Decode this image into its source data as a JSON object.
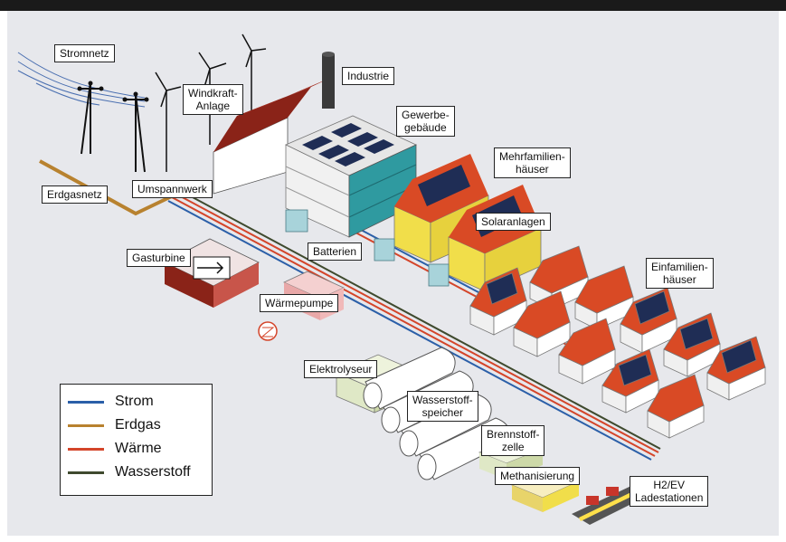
{
  "labels": {
    "stromnetz": "Stromnetz",
    "windkraft": "Windkraft-\nAnlage",
    "industrie": "Industrie",
    "gewerbe": "Gewerbe-\ngebäude",
    "mehrfamilien": "Mehrfamilien-\nhäuser",
    "erdgasnetz": "Erdgasnetz",
    "umspannwerk": "Umspannwerk",
    "solaranlagen": "Solaranlagen",
    "batterien": "Batterien",
    "gasturbine": "Gasturbine",
    "einfamilien": "Einfamilien-\nhäuser",
    "waermepumpe": "Wärmepumpe",
    "elektrolyseur": "Elektrolyseur",
    "wasserstoffspeicher": "Wasserstoff-\nspeicher",
    "brennstoffzelle": "Brennstoff-\nzelle",
    "methanisierung": "Methanisierung",
    "ladestationen": "H2/EV\nLadestationen"
  },
  "legend": [
    {
      "label": "Strom",
      "color": "#2b5fa8"
    },
    {
      "label": "Erdgas",
      "color": "#b8822f"
    },
    {
      "label": "Wärme",
      "color": "#d4452a"
    },
    {
      "label": "Wasserstoff",
      "color": "#3f4a2e"
    }
  ],
  "colors": {
    "frame": "#1a1a1a",
    "background": "#e7e8ec",
    "roof_red": "#d94a25",
    "roof_dark_red": "#8a2318",
    "teal": "#2f9aa0",
    "yellow": "#f1de4a",
    "pale_green": "#dfe8c6",
    "solar": "#1f2d55"
  }
}
